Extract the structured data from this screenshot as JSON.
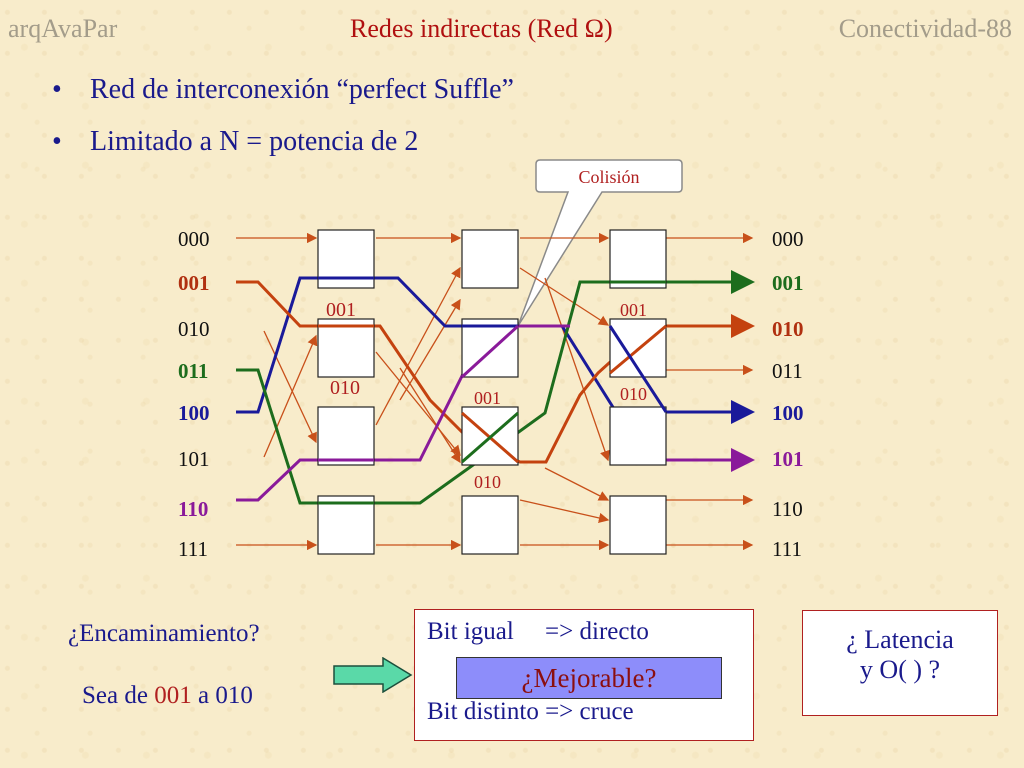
{
  "header": {
    "left": "arqAvaPar",
    "center": "Redes indirectas (Red Ω)",
    "right": "Conectividad-88"
  },
  "bullets": [
    "Red de interconexión “perfect Suffle”",
    "Limitado a N = potencia de 2"
  ],
  "callout": "Colisión",
  "network": {
    "inputs": [
      {
        "label": "000",
        "color": "#111111",
        "bold": false
      },
      {
        "label": "001",
        "color": "#b03010",
        "bold": true
      },
      {
        "label": "010",
        "color": "#111111",
        "bold": false
      },
      {
        "label": "011",
        "color": "#1d6d1d",
        "bold": true
      },
      {
        "label": "100",
        "color": "#1a1a9a",
        "bold": true
      },
      {
        "label": "101",
        "color": "#111111",
        "bold": false
      },
      {
        "label": "110",
        "color": "#8a1a9a",
        "bold": true
      },
      {
        "label": "111",
        "color": "#111111",
        "bold": false
      }
    ],
    "outputs": [
      {
        "label": "000",
        "color": "#111111",
        "bold": false
      },
      {
        "label": "001",
        "color": "#1d6d1d",
        "bold": true
      },
      {
        "label": "010",
        "color": "#b03010",
        "bold": true
      },
      {
        "label": "011",
        "color": "#111111",
        "bold": false
      },
      {
        "label": "100",
        "color": "#1a1a9a",
        "bold": true
      },
      {
        "label": "101",
        "color": "#8a1a9a",
        "bold": true
      },
      {
        "label": "110",
        "color": "#111111",
        "bold": false
      },
      {
        "label": "111",
        "color": "#111111",
        "bold": false
      }
    ],
    "stage_tags": [
      {
        "text": "001",
        "stage": 1
      },
      {
        "text": "010",
        "stage": 1
      },
      {
        "text": "001",
        "stage": 2
      },
      {
        "text": "010",
        "stage": 2
      },
      {
        "text": "001",
        "stage": 3
      },
      {
        "text": "010",
        "stage": 3
      }
    ],
    "colors": {
      "wire": "#c8501a",
      "blue": "#1a1a9a",
      "green": "#1d6d1d",
      "purple": "#8a1a9a",
      "orange": "#c4420f"
    }
  },
  "routing": {
    "question": "¿Encaminamiento?",
    "desc_prefix": "Sea de ",
    "desc_from": "001",
    "desc_mid": " a ",
    "desc_to": "010"
  },
  "rule": {
    "same": "Bit igual     => directo",
    "different": "Bit distinto => cruce",
    "improvable": "¿Mejorable?"
  },
  "latency": {
    "line1": "¿ Latencia",
    "line2": "y O( ) ?"
  }
}
